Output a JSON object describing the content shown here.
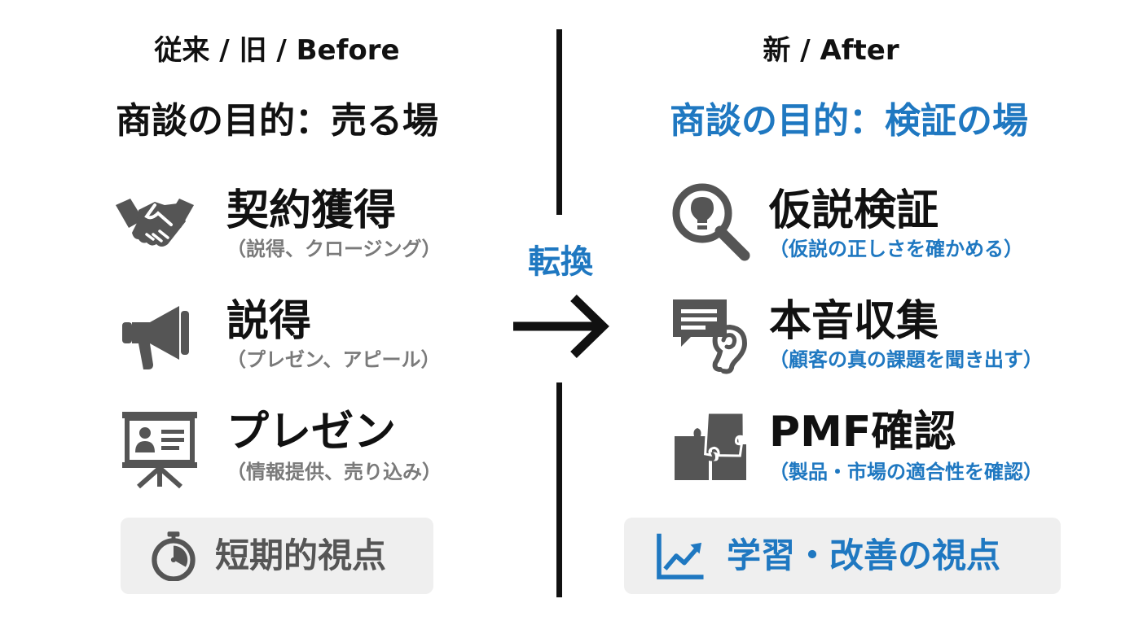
{
  "left": {
    "label": "従来 / 旧 / Before",
    "title": "商談の目的：売る場",
    "items": [
      {
        "icon": "handshake-icon",
        "title": "契約獲得",
        "subtitle": "（説得、クロージング）"
      },
      {
        "icon": "megaphone-icon",
        "title": "説得",
        "subtitle": "（プレゼン、アピール）"
      },
      {
        "icon": "presentation-board-icon",
        "title": "プレゼン",
        "subtitle": "（情報提供、売り込み）"
      }
    ],
    "footer": {
      "icon": "stopwatch-icon",
      "text": "短期的視点"
    }
  },
  "center": {
    "label": "転換",
    "arrow_icon": "arrow-right-icon"
  },
  "right": {
    "label": "新 / After",
    "title": "商談の目的：検証の場",
    "items": [
      {
        "icon": "magnifier-lightbulb-icon",
        "title": "仮説検証",
        "subtitle": "（仮説の正しさを確かめる）"
      },
      {
        "icon": "speech-bubble-ear-icon",
        "title": "本音収集",
        "subtitle": "（顧客の真の課題を聞き出す）"
      },
      {
        "icon": "puzzle-icon",
        "title": "PMF確認",
        "subtitle": "（製品・市場の適合性を確認）"
      }
    ],
    "footer": {
      "icon": "growth-chart-icon",
      "text": "学習・改善の視点"
    }
  },
  "colors": {
    "accent_blue": "#1f78c1",
    "text_dark": "#111111",
    "subtitle_gray": "#7a7a7a",
    "icon_gray": "#555555",
    "footer_bg": "#efefef"
  }
}
